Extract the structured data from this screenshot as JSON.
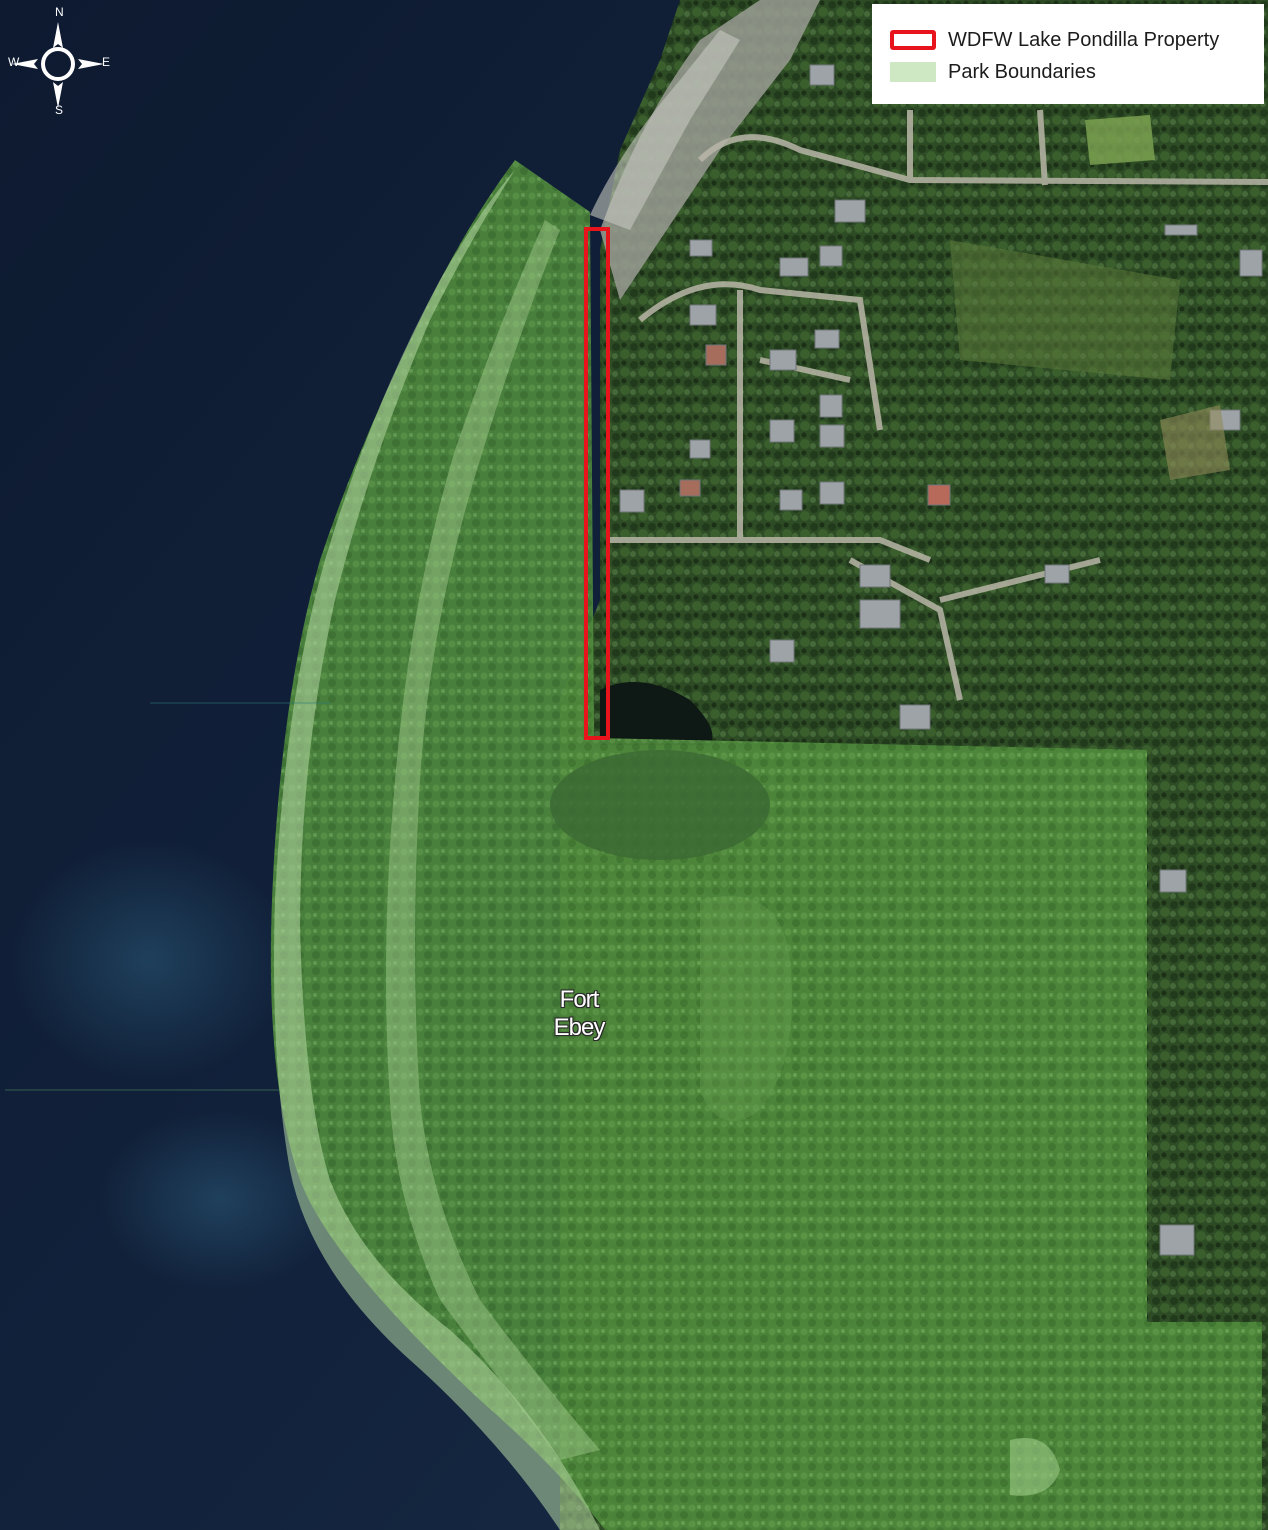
{
  "compass": {
    "north": "N",
    "south": "S",
    "east": "E",
    "west": "W",
    "icon": "compass-rose-icon"
  },
  "legend": {
    "items": [
      {
        "label": "WDFW Lake Pondilla Property",
        "swatch": "red-outline",
        "color": "#e8141c"
      },
      {
        "label": "Park Boundaries",
        "swatch": "green-fill",
        "color": "#cfe8c4"
      }
    ]
  },
  "place_labels": {
    "fort_line1": "Fort",
    "fort_line2": "Ebey"
  },
  "colors": {
    "water": "#0f1c33",
    "forest": "#2c4a22",
    "park_overlay": "#8fd07a",
    "property_outline": "#e8141c"
  }
}
